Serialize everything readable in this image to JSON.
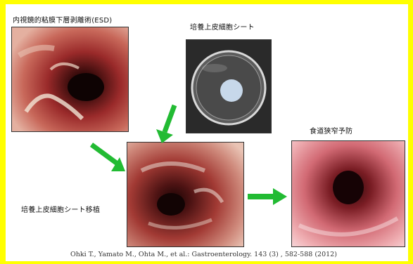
{
  "labels": {
    "esd": "内視鏡的粘膜下層剥離術(ESD)",
    "cell_sheet": "培養上皮細胞シート",
    "stenosis_prevention": "食道狭窄予防",
    "transplant": "培養上皮細胞シート移植"
  },
  "citation": "Ohki T., Yamato M., Ohta M., et al.: Gastroenterology. 143 (3) , 582-588 (2012)",
  "colors": {
    "background": "#ffff00",
    "arrow": "#22bb33"
  }
}
